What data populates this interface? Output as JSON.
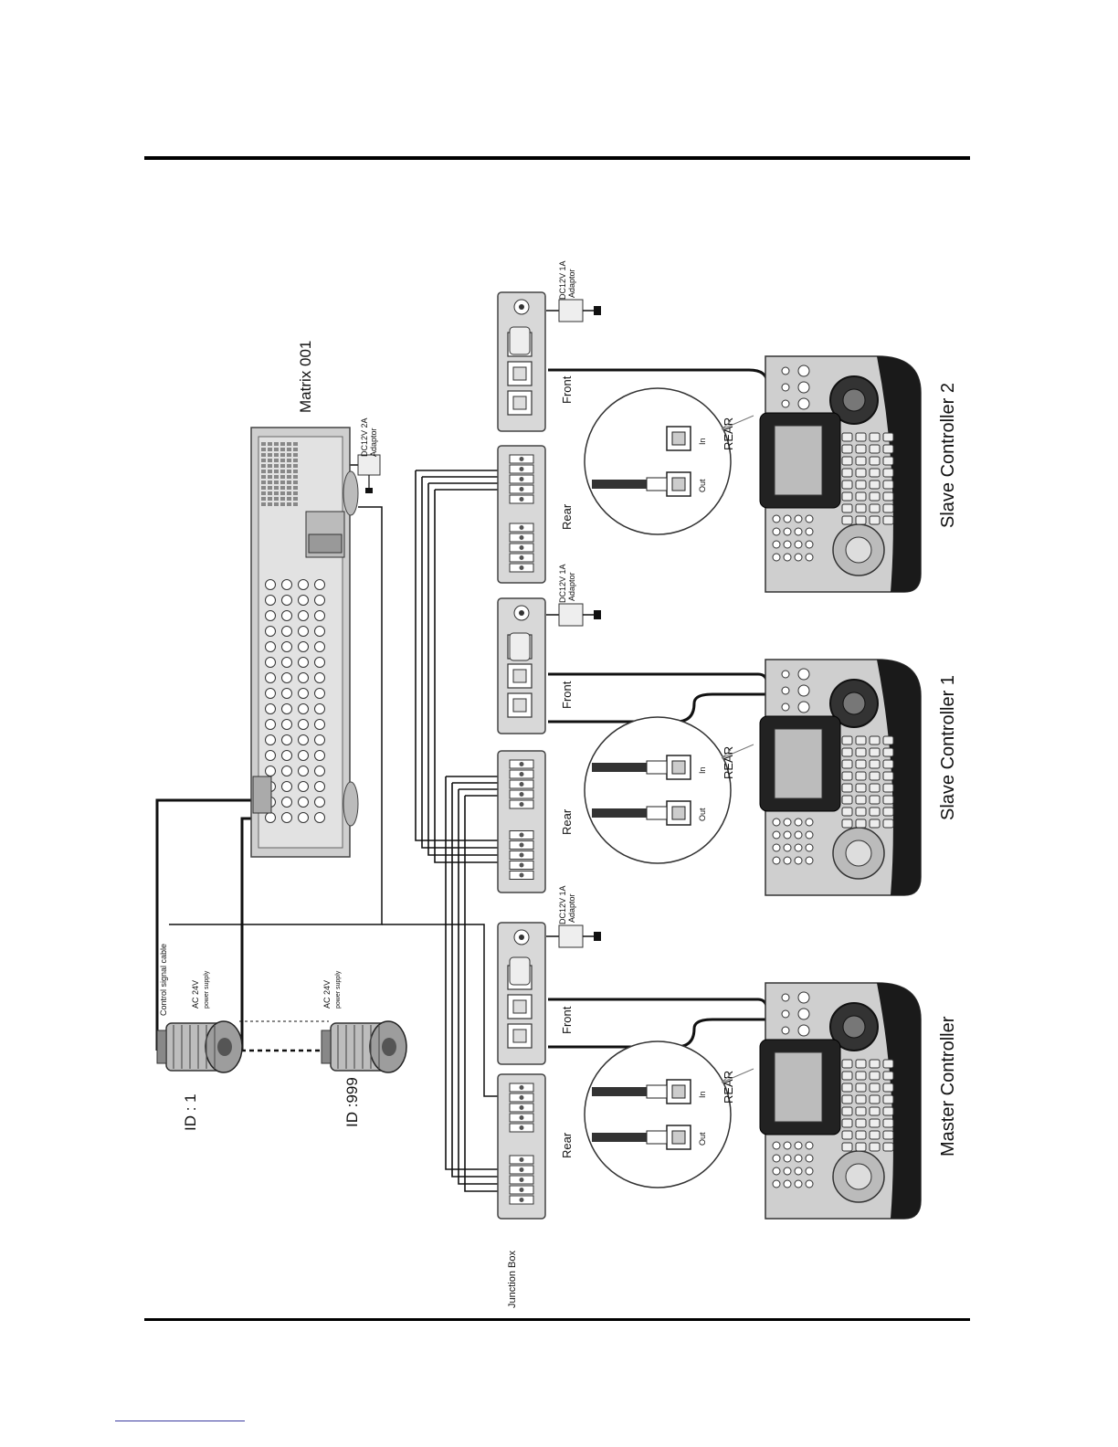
{
  "labels": {
    "matrix": "Matrix 001",
    "matrix_adaptor_l1": "DC12V 2A",
    "matrix_adaptor_l2": "Adaptor",
    "adaptor_l1": "DC12V 1A",
    "adaptor_l2": "Adaptor",
    "control_signal_cable": "Control signal cable",
    "ac24v": "AC 24V",
    "power_supply": "power supply",
    "camera1_id": "ID : 1",
    "camera2_id": "ID :999",
    "rear": "Rear",
    "front": "Front",
    "rear_caps": "REAR",
    "in": "In",
    "out": "Out",
    "master": "Master Controller",
    "slave1": "Slave Controller 1",
    "slave2": "Slave Controller 2",
    "junction_box": "Junction Box"
  },
  "colors": {
    "rule": "#000000",
    "device_fill": "#d8d8d8",
    "device_stroke": "#444444",
    "cable": "#111111",
    "controller_dark": "#1a1a1a",
    "controller_body": "#cfcfcf"
  }
}
